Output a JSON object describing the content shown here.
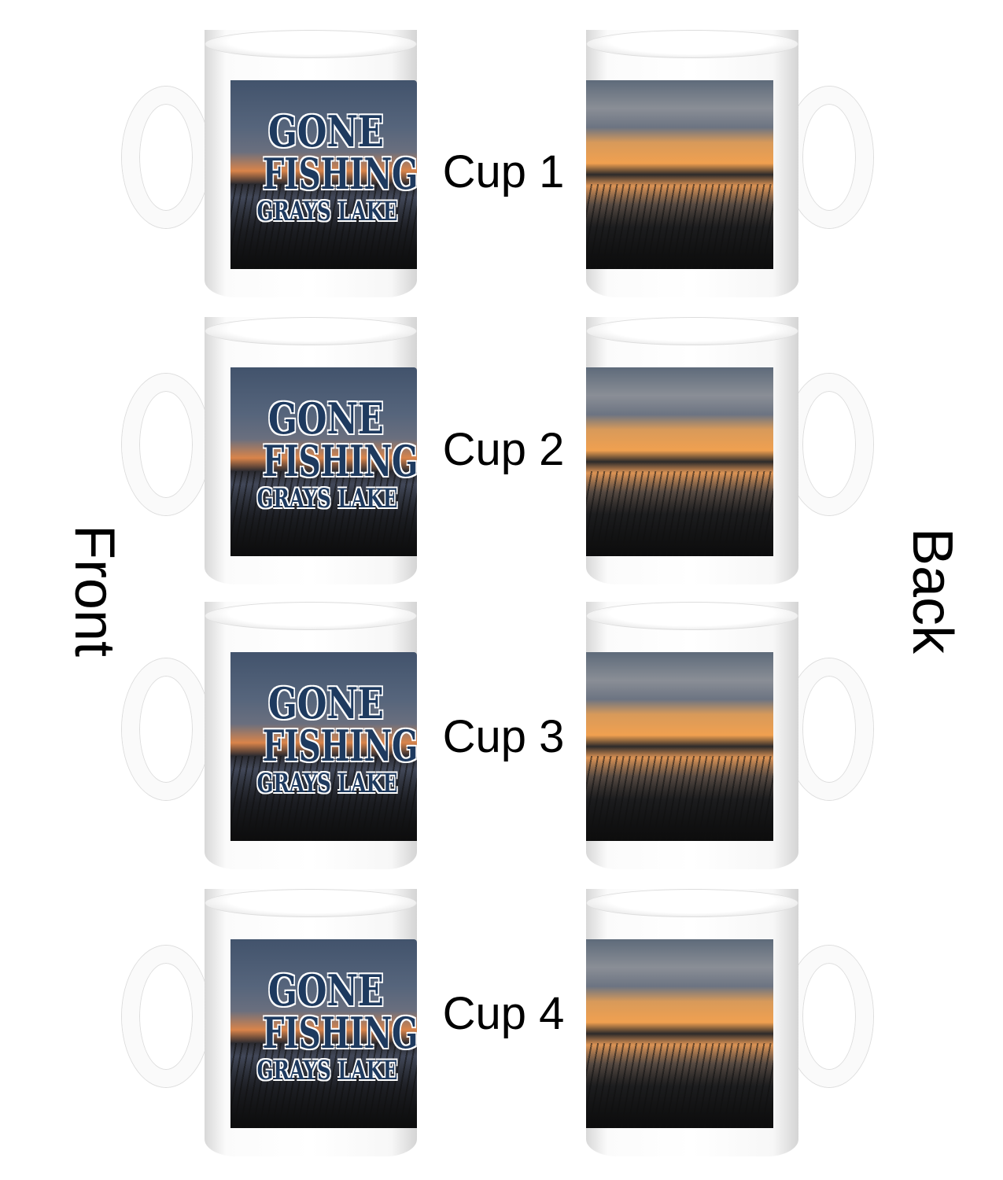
{
  "labels": {
    "front": "Front",
    "back": "Back"
  },
  "design": {
    "line1": "GONE",
    "line2": "FISHING",
    "line3": "GRAYS LAKE"
  },
  "cups": [
    {
      "label": "Cup 1"
    },
    {
      "label": "Cup 2"
    },
    {
      "label": "Cup 3"
    },
    {
      "label": "Cup 4"
    }
  ],
  "colors": {
    "text_navy": "#1e3a5f",
    "sunset_orange": "#f0a050"
  }
}
